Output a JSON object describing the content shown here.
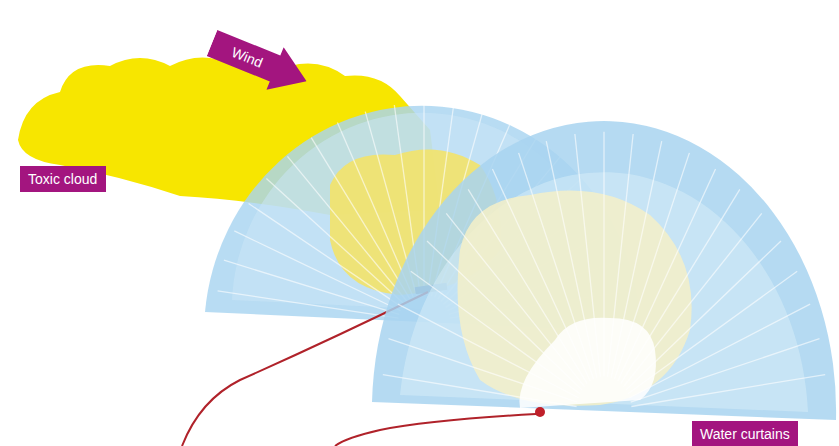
{
  "diagram": {
    "nodes": [
      {
        "text": [
          "Wind"
        ]
      },
      {
        "text": [
          "Toxic cloud"
        ]
      },
      {
        "text": [
          "Water curtains"
        ]
      }
    ]
  }
}
